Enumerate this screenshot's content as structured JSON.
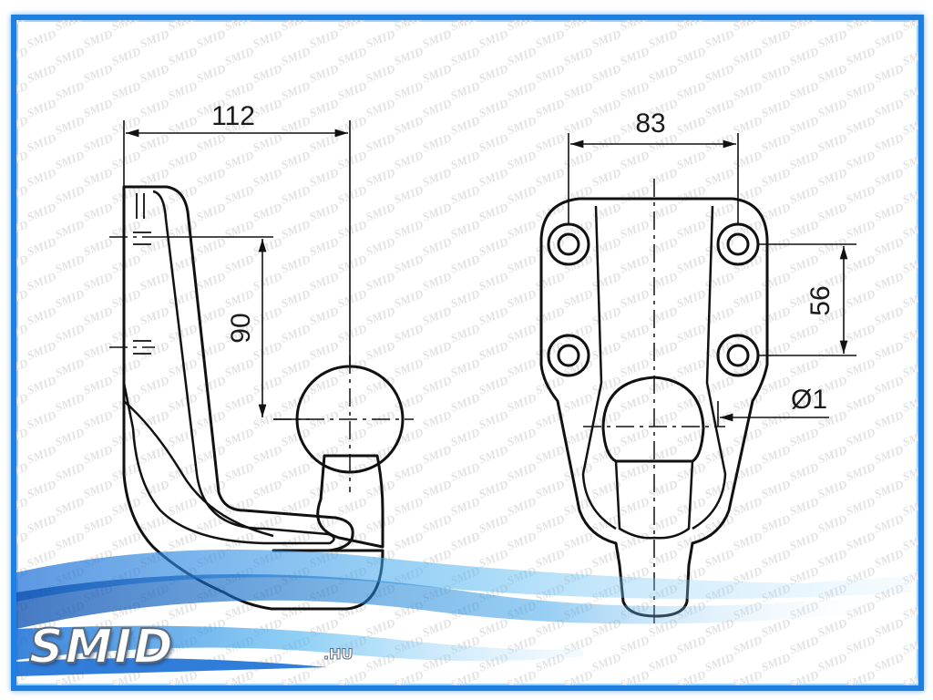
{
  "brand": {
    "logo_text": "SMID",
    "logo_suffix": ".HU",
    "watermark_text": "SMID",
    "frame_color": "#1e7fe0",
    "wave_color": "#2a9be8"
  },
  "dimensions": {
    "side_width": "112",
    "side_height": "90",
    "front_width": "83",
    "front_height": "56",
    "hole_diameter": "Ø1"
  }
}
